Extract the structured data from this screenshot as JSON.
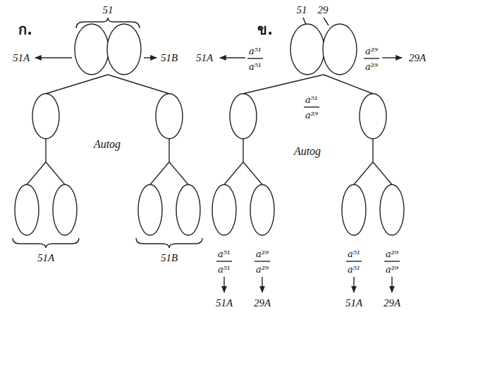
{
  "diagram": {
    "labels": [
      "ก.",
      "51",
      "51A",
      "51B",
      "Autog",
      "51A",
      "51B",
      "ข.",
      "51",
      "29",
      "51A",
      "a⁵¹",
      "a⁵¹",
      "a²⁹",
      "a²⁹",
      "29A",
      "a⁵¹",
      "a²⁹",
      "Autog",
      "a⁵¹",
      "a⁵¹",
      "a²⁹",
      "a²⁹",
      "a⁵¹",
      "a⁵¹",
      "a²⁹",
      "a²⁹",
      "51A",
      "29A",
      "51A",
      "29A"
    ]
  }
}
